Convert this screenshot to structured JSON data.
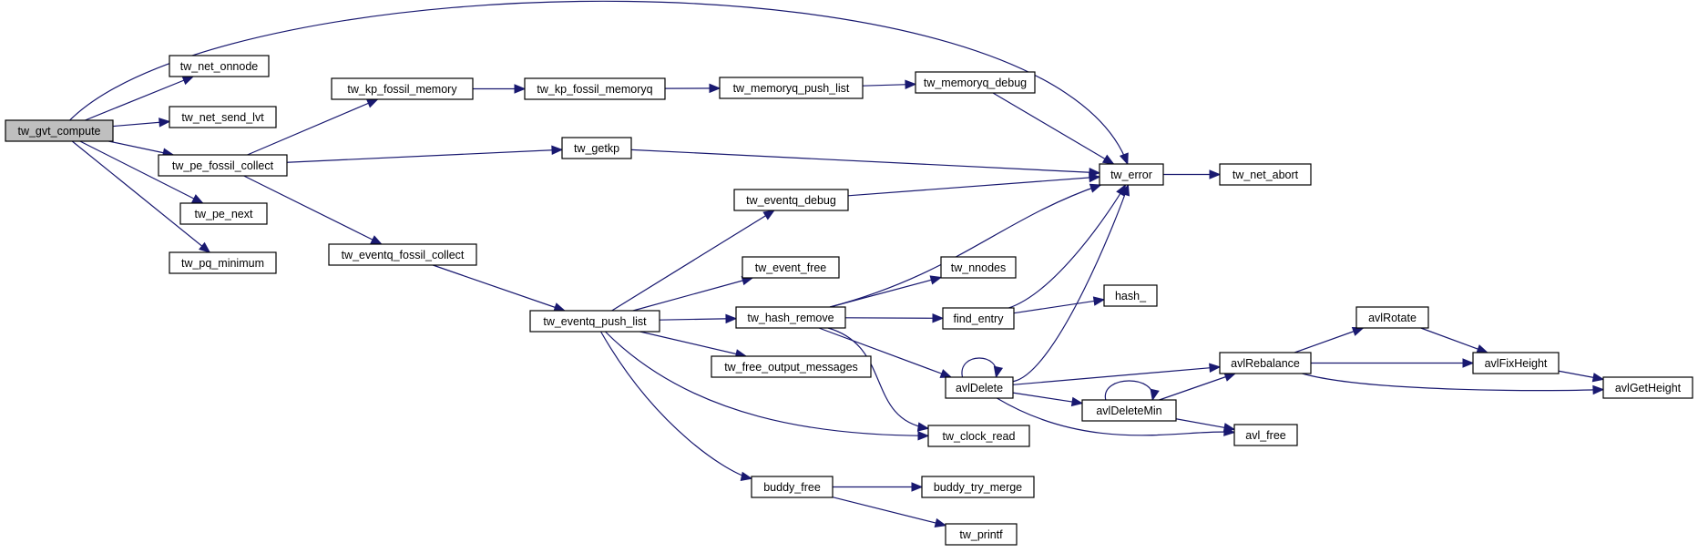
{
  "graph": {
    "root": "tw_gvt_compute",
    "colors": {
      "edge": "#191970",
      "root_fill": "#bfbfbf",
      "node_fill": "#ffffff",
      "node_border": "#000000"
    },
    "nodes": {
      "tw_gvt_compute": "tw_gvt_compute",
      "tw_net_onnode": "tw_net_onnode",
      "tw_net_send_lvt": "tw_net_send_lvt",
      "tw_pe_fossil_collect": "tw_pe_fossil_collect",
      "tw_pe_next": "tw_pe_next",
      "tw_pq_minimum": "tw_pq_minimum",
      "tw_kp_fossil_memory": "tw_kp_fossil_memory",
      "tw_eventq_fossil_collect": "tw_eventq_fossil_collect",
      "tw_kp_fossil_memoryq": "tw_kp_fossil_memoryq",
      "tw_getkp": "tw_getkp",
      "tw_eventq_push_list": "tw_eventq_push_list",
      "tw_memoryq_push_list": "tw_memoryq_push_list",
      "tw_eventq_debug": "tw_eventq_debug",
      "tw_event_free": "tw_event_free",
      "tw_hash_remove": "tw_hash_remove",
      "tw_free_output_messages": "tw_free_output_messages",
      "buddy_free": "buddy_free",
      "tw_memoryq_debug": "tw_memoryq_debug",
      "tw_nnodes": "tw_nnodes",
      "find_entry": "find_entry",
      "avlDelete": "avlDelete",
      "tw_clock_read": "tw_clock_read",
      "buddy_try_merge": "buddy_try_merge",
      "tw_printf": "tw_printf",
      "tw_error": "tw_error",
      "hash_": "hash_",
      "avlDeleteMin": "avlDeleteMin",
      "tw_net_abort": "tw_net_abort",
      "avlRebalance": "avlRebalance",
      "avl_free": "avl_free",
      "avlRotate": "avlRotate",
      "avlFixHeight": "avlFixHeight",
      "avlGetHeight": "avlGetHeight"
    },
    "edges": [
      [
        "tw_gvt_compute",
        "tw_error"
      ],
      [
        "tw_gvt_compute",
        "tw_net_onnode"
      ],
      [
        "tw_gvt_compute",
        "tw_net_send_lvt"
      ],
      [
        "tw_gvt_compute",
        "tw_pe_fossil_collect"
      ],
      [
        "tw_gvt_compute",
        "tw_pe_next"
      ],
      [
        "tw_gvt_compute",
        "tw_pq_minimum"
      ],
      [
        "tw_pe_fossil_collect",
        "tw_kp_fossil_memory"
      ],
      [
        "tw_pe_fossil_collect",
        "tw_getkp"
      ],
      [
        "tw_pe_fossil_collect",
        "tw_eventq_fossil_collect"
      ],
      [
        "tw_kp_fossil_memory",
        "tw_kp_fossil_memoryq"
      ],
      [
        "tw_kp_fossil_memoryq",
        "tw_memoryq_push_list"
      ],
      [
        "tw_memoryq_push_list",
        "tw_memoryq_debug"
      ],
      [
        "tw_memoryq_debug",
        "tw_error"
      ],
      [
        "tw_getkp",
        "tw_error"
      ],
      [
        "tw_eventq_fossil_collect",
        "tw_eventq_push_list"
      ],
      [
        "tw_eventq_push_list",
        "tw_eventq_debug"
      ],
      [
        "tw_eventq_push_list",
        "tw_event_free"
      ],
      [
        "tw_eventq_push_list",
        "tw_hash_remove"
      ],
      [
        "tw_eventq_push_list",
        "tw_free_output_messages"
      ],
      [
        "tw_eventq_push_list",
        "tw_clock_read"
      ],
      [
        "tw_eventq_push_list",
        "buddy_free"
      ],
      [
        "tw_eventq_debug",
        "tw_error"
      ],
      [
        "tw_hash_remove",
        "tw_error"
      ],
      [
        "tw_hash_remove",
        "tw_nnodes"
      ],
      [
        "tw_hash_remove",
        "find_entry"
      ],
      [
        "tw_hash_remove",
        "avlDelete"
      ],
      [
        "tw_hash_remove",
        "tw_clock_read"
      ],
      [
        "find_entry",
        "tw_error"
      ],
      [
        "find_entry",
        "hash_"
      ],
      [
        "avlDelete",
        "avlDelete"
      ],
      [
        "avlDelete",
        "tw_error"
      ],
      [
        "avlDelete",
        "avlRebalance"
      ],
      [
        "avlDelete",
        "avlDeleteMin"
      ],
      [
        "avlDelete",
        "avl_free"
      ],
      [
        "avlDeleteMin",
        "avlDeleteMin"
      ],
      [
        "avlDeleteMin",
        "avlRebalance"
      ],
      [
        "avlDeleteMin",
        "avl_free"
      ],
      [
        "avlRebalance",
        "avlRotate"
      ],
      [
        "avlRebalance",
        "avlFixHeight"
      ],
      [
        "avlRebalance",
        "avlGetHeight"
      ],
      [
        "avlRotate",
        "avlFixHeight"
      ],
      [
        "avlFixHeight",
        "avlGetHeight"
      ],
      [
        "buddy_free",
        "buddy_try_merge"
      ],
      [
        "buddy_free",
        "tw_printf"
      ],
      [
        "tw_error",
        "tw_net_abort"
      ]
    ]
  }
}
